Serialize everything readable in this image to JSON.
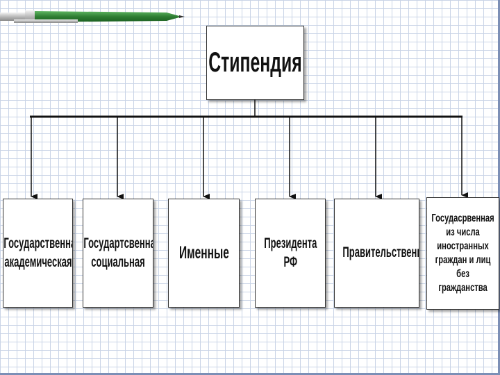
{
  "diagram": {
    "root": {
      "label": "Стипендия"
    },
    "children": [
      {
        "id": "b1",
        "label": "Государственная академическая"
      },
      {
        "id": "b2",
        "label": "Государтсвенная социальная"
      },
      {
        "id": "b3",
        "label": "Именные"
      },
      {
        "id": "b4",
        "label": "Президента РФ"
      },
      {
        "id": "b5",
        "label": "Правительственная"
      },
      {
        "id": "b6",
        "label": "Госудасрвенная из числа иностранных граждан и лиц без гражданства"
      }
    ]
  },
  "colors": {
    "grid": "#c9d4e6",
    "frame": "#7c8fb6",
    "line": "#111111",
    "pen_body": "#2e7d32"
  }
}
